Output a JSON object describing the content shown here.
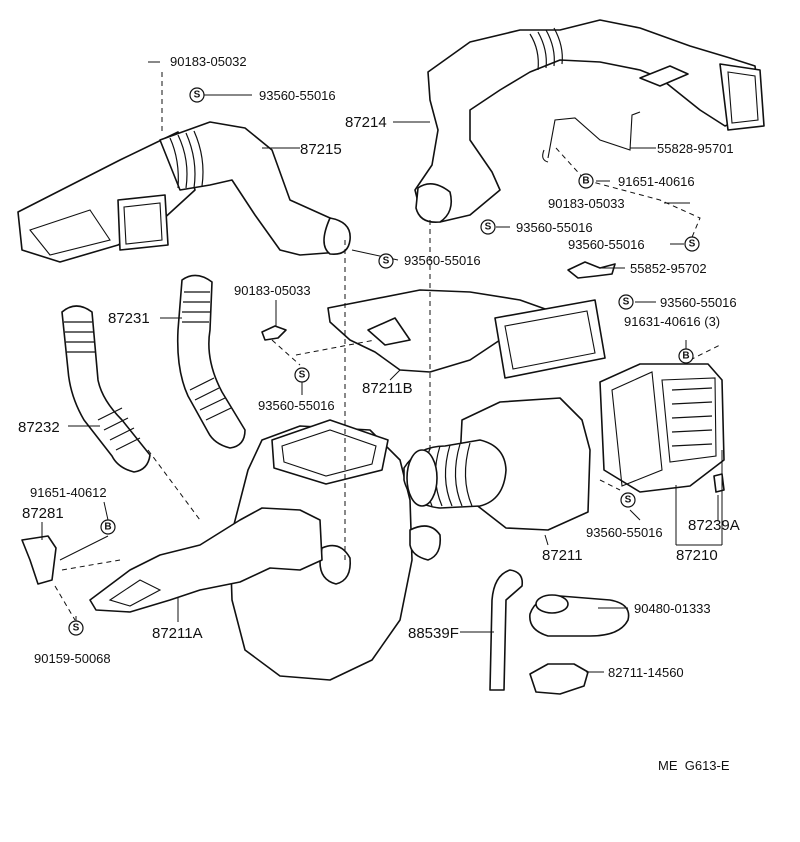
{
  "diagram_code": "ME  G613-E",
  "callouts": {
    "p90183_05032": "90183-05032",
    "p93560_55016_a": "93560-55016",
    "p87215": "87215",
    "p87214": "87214",
    "p55828_95701": "55828-95701",
    "p91651_40616": "91651-40616",
    "p90183_05033_a": "90183-05033",
    "p93560_55016_b": "93560-55016",
    "p93560_55016_c": "93560-55016",
    "p93560_55016_d": "93560-55016",
    "p55852_95702": "55852-95702",
    "p93560_55016_e": "93560-55016",
    "p91631_40616": "91631-40616 (3)",
    "p90183_05033_b": "90183-05033",
    "p87231": "87231",
    "p93560_55016_f": "93560-55016",
    "p87211B": "87211B",
    "p87232": "87232",
    "p91651_40612": "91651-40612",
    "p87281": "87281",
    "p87239A": "87239A",
    "p93560_55016_g": "93560-55016",
    "p87211": "87211",
    "p87210": "87210",
    "p87211A": "87211A",
    "p90480_01333": "90480-01333",
    "p88539F": "88539F",
    "p90159_50068": "90159-50068",
    "p82711_14560": "82711-14560"
  },
  "symbols": {
    "screw": "S",
    "bolt": "B"
  },
  "icons": [
    "screw-symbol-icon",
    "bolt-symbol-icon"
  ]
}
